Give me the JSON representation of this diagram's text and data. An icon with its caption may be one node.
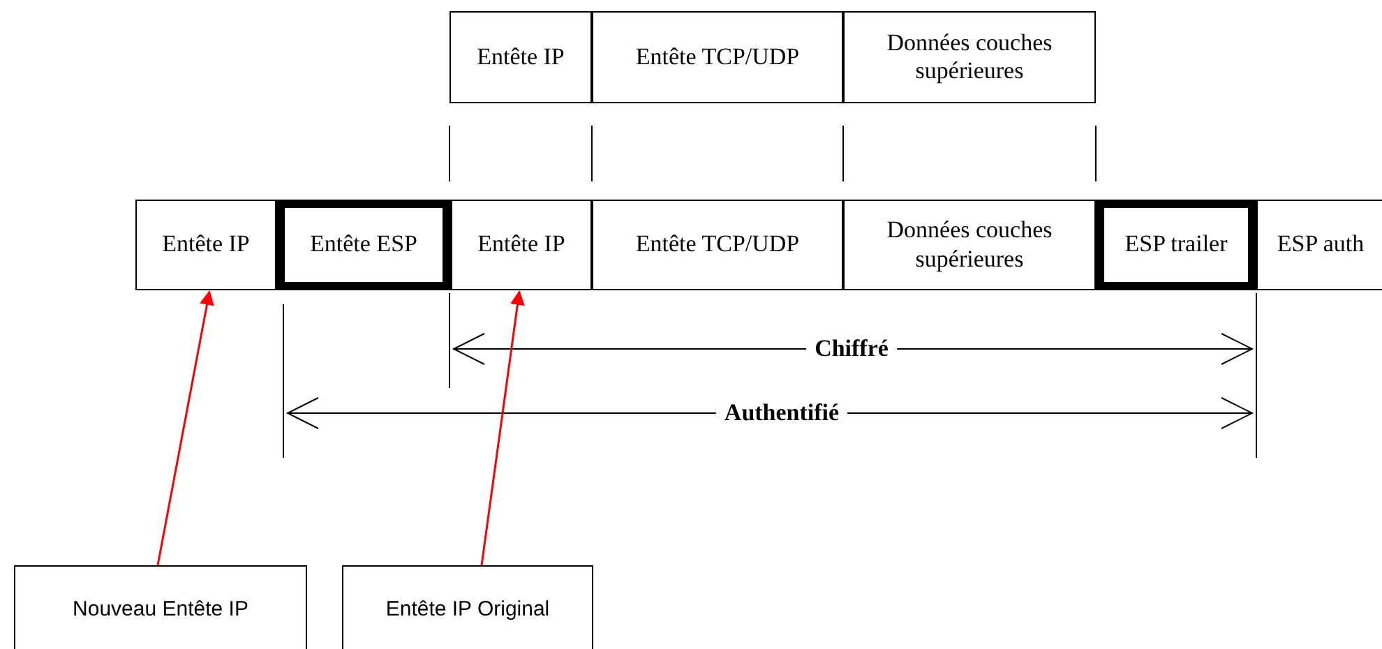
{
  "diagram": {
    "nodes": [
      {
        "text": [
          "Entête IP"
        ]
      },
      {
        "text": [
          "Entête TCP/UDP"
        ]
      },
      {
        "text": [
          "Données couches supérieures"
        ]
      },
      {
        "text": [
          "Entête IP"
        ]
      },
      {
        "text": [
          "Entête ESP"
        ]
      },
      {
        "text": [
          "Entête IP"
        ]
      },
      {
        "text": [
          "Entête TCP/UDP"
        ]
      },
      {
        "text": [
          "Données couches supérieures"
        ]
      },
      {
        "text": [
          "ESP trailer"
        ]
      },
      {
        "text": [
          "ESP auth"
        ]
      },
      {
        "text": [
          "Nouveau Entête IP"
        ]
      },
      {
        "text": [
          "Entête IP Original"
        ]
      }
    ],
    "edges": [
      {
        "from": 10,
        "to": 3,
        "arrow": "to",
        "color": "#ff0000"
      },
      {
        "from": 11,
        "to": 5,
        "arrow": "to",
        "color": "#ff0000"
      }
    ],
    "labels": [
      "Chiffré",
      "Authentifié"
    ]
  }
}
